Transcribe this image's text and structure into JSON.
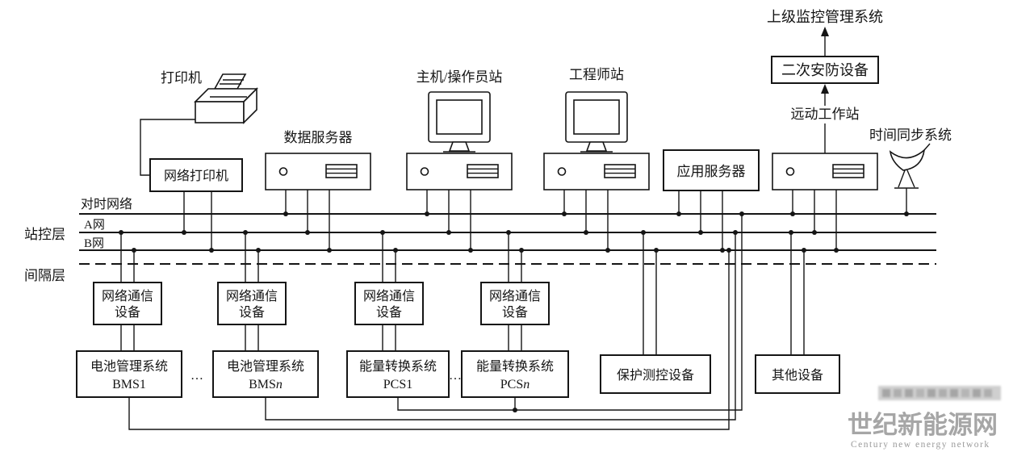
{
  "labels": {
    "parent_system": "上级监控管理系统",
    "security_device": "二次安防设备",
    "remote_workstation": "远动工作站",
    "time_sync_system": "时间同步系统",
    "printer": "打印机",
    "network_printer": "网络打印机",
    "data_server": "数据服务器",
    "operator_station": "主机/操作员站",
    "engineer_station": "工程师站",
    "app_server": "应用服务器",
    "time_network": "对时网络",
    "net_a": "A网",
    "net_b": "B网",
    "station_layer": "站控层",
    "bay_layer": "间隔层",
    "ncd_line1": "网络通信",
    "ncd_line2": "设备",
    "bms_line1": "电池管理系统",
    "bms1": "BMS1",
    "bms_prefix": "BMS",
    "pcs_line1": "能量转换系统",
    "pcs1": "PCS1",
    "pcs_prefix": "PCS",
    "italic_n": "n",
    "protection_device": "保护测控设备",
    "other_device": "其他设备",
    "ellipsis": "…"
  },
  "watermark": {
    "cn": "世纪新能源网",
    "en": "Century new energy network"
  },
  "colors": {
    "line": "#151515",
    "watermark": "#979797",
    "background": "#ffffff"
  }
}
